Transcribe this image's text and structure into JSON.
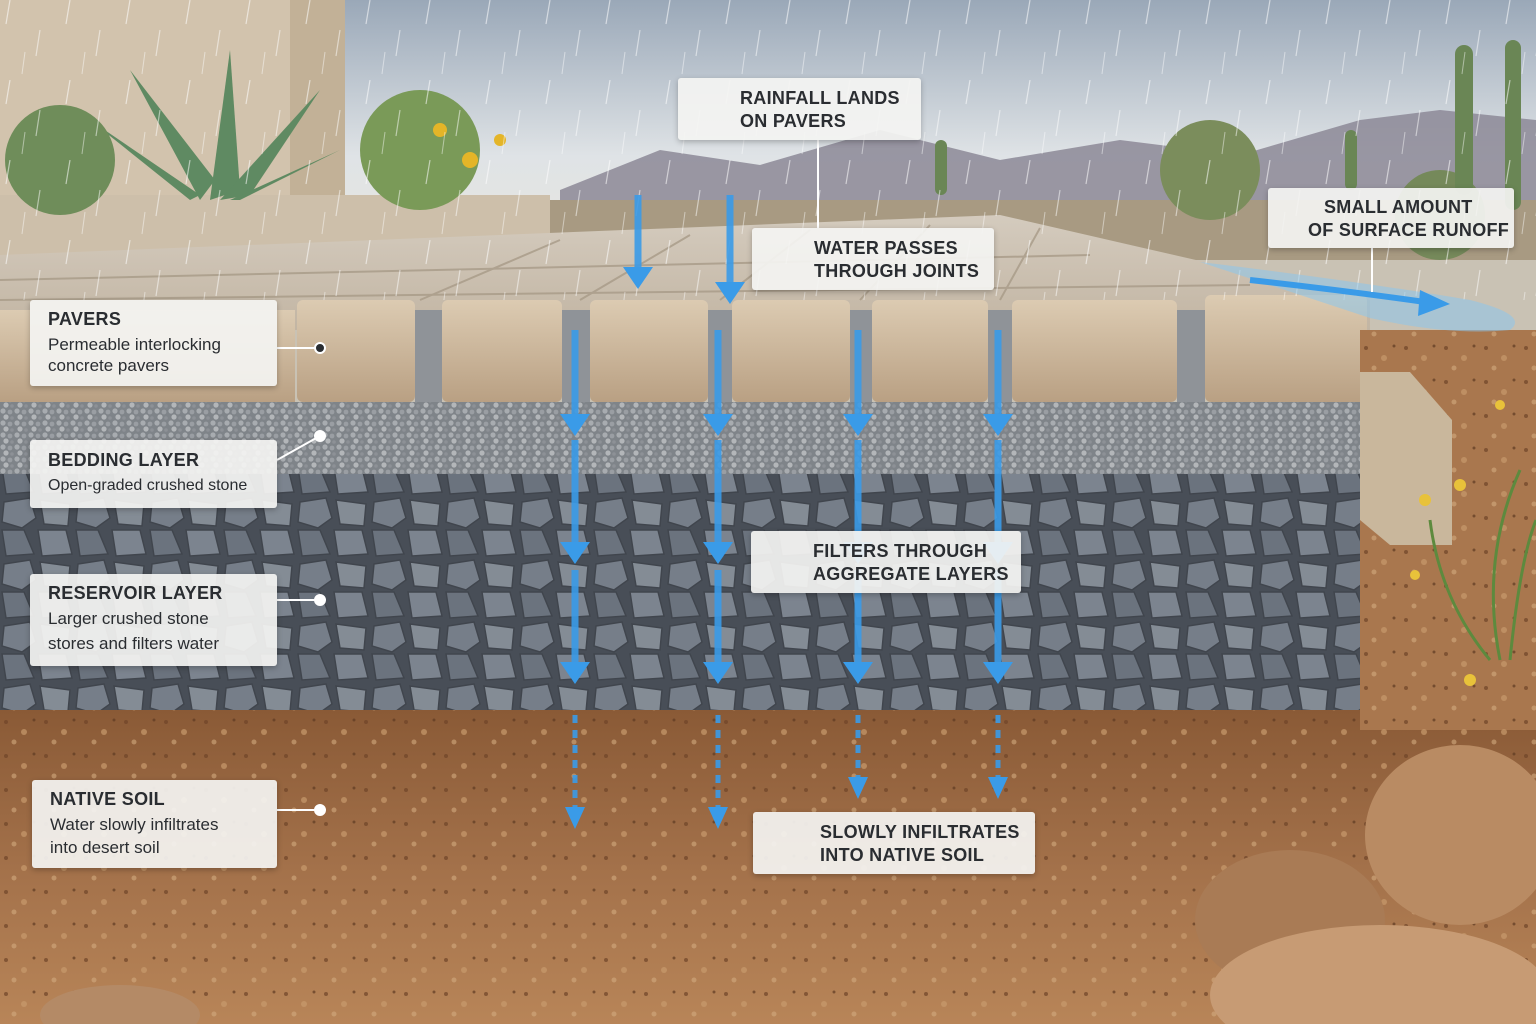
{
  "layers": [
    {
      "id": "pavers",
      "title": "PAVERS",
      "lines": [
        "Permeable interlocking",
        "concrete pavers"
      ]
    },
    {
      "id": "bedding",
      "title": "BEDDING LAYER",
      "lines": [
        "Open-graded crushed stone"
      ]
    },
    {
      "id": "reservoir",
      "title": "RESERVOIR LAYER",
      "lines": [
        "Larger crushed stone",
        "stores and filters water"
      ]
    },
    {
      "id": "native_soil",
      "title": "NATIVE SOIL",
      "lines": [
        "Water slowly infiltrates",
        "into desert soil"
      ]
    }
  ],
  "flow_labels": {
    "rainfall": [
      "RAINFALL LANDS",
      "ON PAVERS"
    ],
    "joints": [
      "WATER PASSES",
      "THROUGH JOINTS"
    ],
    "filters": [
      "FILTERS THROUGH",
      "AGGREGATE LAYERS"
    ],
    "infiltrates": [
      "SLOWLY INFILTRATES",
      "INTO NATIVE SOIL"
    ],
    "runoff": [
      "SMALL AMOUNT",
      "OF SURFACE RUNOFF"
    ]
  },
  "colors": {
    "water_arrow": "#3a9be8",
    "paver": "#cdb9a0",
    "bedding": "#8e9296",
    "reservoir": "#6f7680",
    "soil": "#9a6a44",
    "sky": "#c9d2dc"
  }
}
